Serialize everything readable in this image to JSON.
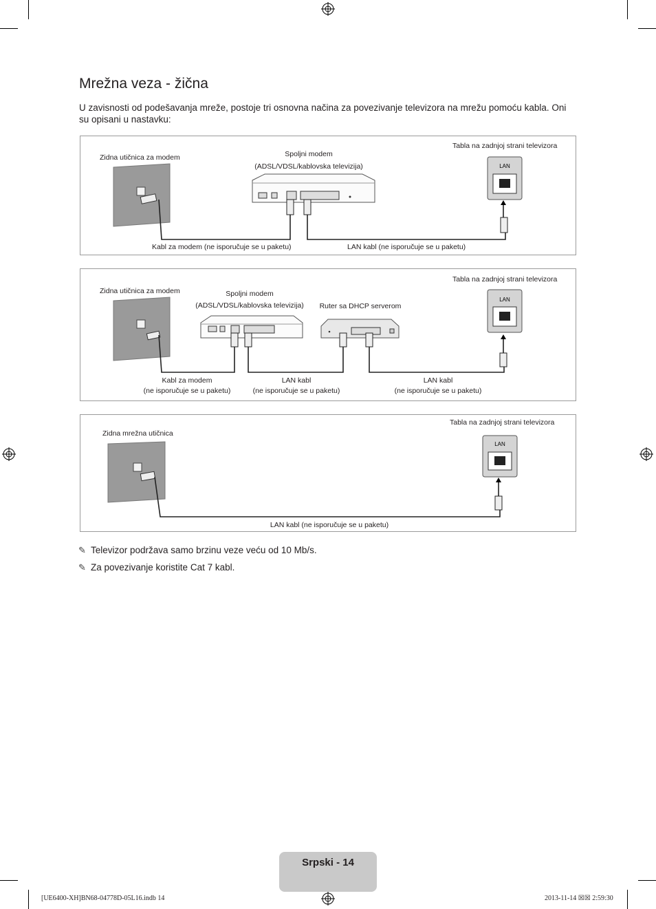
{
  "page": {
    "title": "Mrežna veza - žična",
    "intro": "U zavisnosti od podešavanja mreže, postoje tri osnovna načina za povezivanje televizora na mrežu pomoću kabla. Oni su opisani u nastavku:"
  },
  "diagram1": {
    "wall_label": "Zidna utičnica za modem",
    "modem_label_1": "Spoljni modem",
    "modem_label_2": "(ADSL/VDSL/kablovska televizija)",
    "tv_panel_label": "Tabla na zadnjoj strani televizora",
    "lan_port": "LAN",
    "cable1": "Kabl za modem (ne isporučuje se u paketu)",
    "cable2": "LAN kabl (ne isporučuje se u paketu)"
  },
  "diagram2": {
    "wall_label": "Zidna utičnica za modem",
    "modem_label_1": "Spoljni modem",
    "modem_label_2": "(ADSL/VDSL/kablovska televizija)",
    "router_label": "Ruter sa DHCP serverom",
    "tv_panel_label": "Tabla na zadnjoj strani televizora",
    "lan_port": "LAN",
    "cable1_a": "Kabl za modem",
    "cable1_b": "(ne isporučuje se u paketu)",
    "cable2_a": "LAN kabl",
    "cable2_b": "(ne isporučuje se u paketu)",
    "cable3_a": "LAN kabl",
    "cable3_b": "(ne isporučuje se u paketu)"
  },
  "diagram3": {
    "wall_label": "Zidna mrežna utičnica",
    "tv_panel_label": "Tabla na zadnjoj strani televizora",
    "lan_port": "LAN",
    "cable1": "LAN kabl (ne isporučuje se u paketu)"
  },
  "notes": [
    "Televizor podržava samo brzinu veze veću od 10 Mb/s.",
    "Za povezivanje koristite Cat 7 kabl."
  ],
  "note_icon": "pencil-note-icon",
  "page_number": "Srpski - 14",
  "footer": {
    "file": "[UE6400-XH]BN68-04778D-05L16.indb   14",
    "date": "2013-11-14   ☒☒ 2:59:30"
  }
}
